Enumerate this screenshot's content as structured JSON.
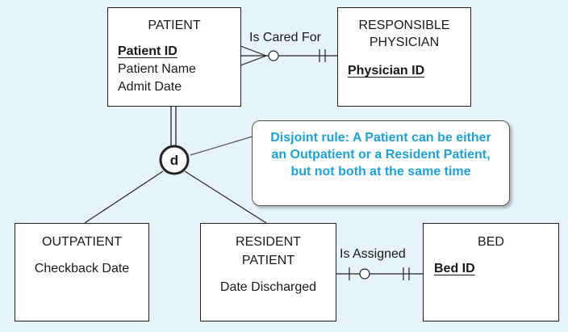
{
  "entities": {
    "patient": {
      "title": "PATIENT",
      "attributes": [
        "Patient ID",
        "Patient Name",
        "Admit Date"
      ]
    },
    "physician": {
      "title_line1": "RESPONSIBLE",
      "title_line2": "PHYSICIAN",
      "attributes": [
        "Physician ID"
      ]
    },
    "outpatient": {
      "title": "OUTPATIENT",
      "attributes": [
        "Checkback Date"
      ]
    },
    "resident": {
      "title_line1": "RESIDENT",
      "title_line2": "PATIENT",
      "attributes": [
        "Date Discharged"
      ]
    },
    "bed": {
      "title": "BED",
      "attributes": [
        "Bed ID"
      ]
    }
  },
  "relationships": {
    "cared_for": "Is Cared For",
    "assigned": "Is Assigned"
  },
  "subtype_symbol": "d",
  "callout": "Disjoint rule: A Patient can be either an Outpatient or a Resident Patient, but not both at the same time",
  "colors": {
    "background": "#e6f3fb",
    "callout_text": "#1ea0d8",
    "line": "#222222"
  }
}
